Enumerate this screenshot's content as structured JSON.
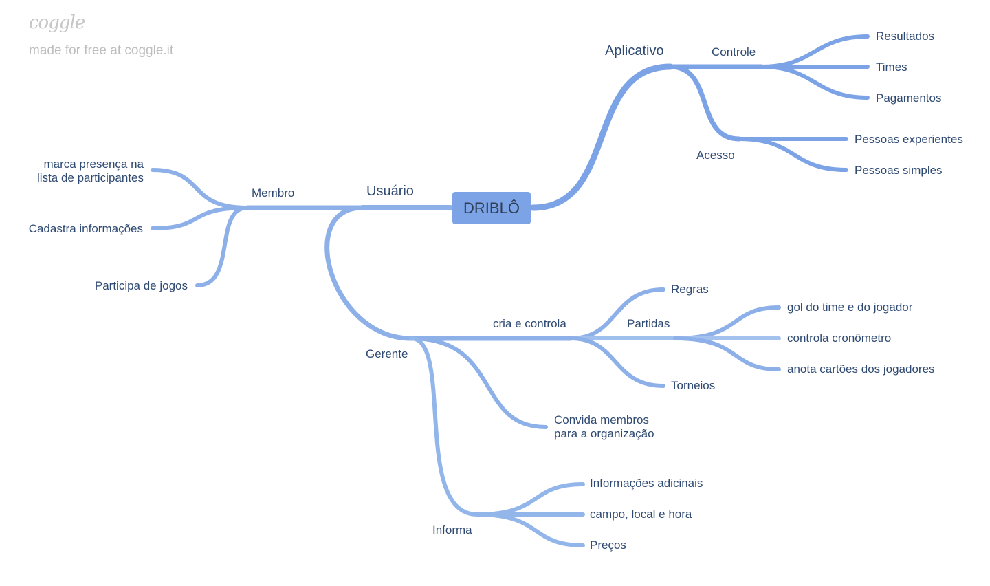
{
  "brand": {
    "logo": "coggle",
    "tagline": "made for free at coggle.it"
  },
  "colors": {
    "branch": "#7ba3e6",
    "branch_light": "#92b6ea",
    "text": "#2f4a72",
    "root_bg": "#7ba3e6"
  },
  "mindmap": {
    "root": "DRIBLÔ",
    "aplicativo": "Aplicativo",
    "controle": "Controle",
    "resultados": "Resultados",
    "times": "Times",
    "pagamentos": "Pagamentos",
    "acesso": "Acesso",
    "pessoas_experientes": "Pessoas experientes",
    "pessoas_simples": "Pessoas simples",
    "usuario": "Usuário",
    "membro": "Membro",
    "marca_presenca": "marca presença na\nlista de participantes",
    "cadastra": "Cadastra informações",
    "participa": "Participa de jogos",
    "gerente": "Gerente",
    "cria_controla": "cria e controla",
    "regras": "Regras",
    "partidas": "Partidas",
    "torneios": "Torneios",
    "gol": "gol do time e do jogador",
    "cronometro": "controla cronômetro",
    "cartoes": "anota cartões dos jogadores",
    "convida": "Convida membros\npara a organização",
    "informa": "Informa",
    "info_adicionais": "Informações adicinais",
    "campo": "campo, local e hora",
    "precos": "Preços"
  }
}
